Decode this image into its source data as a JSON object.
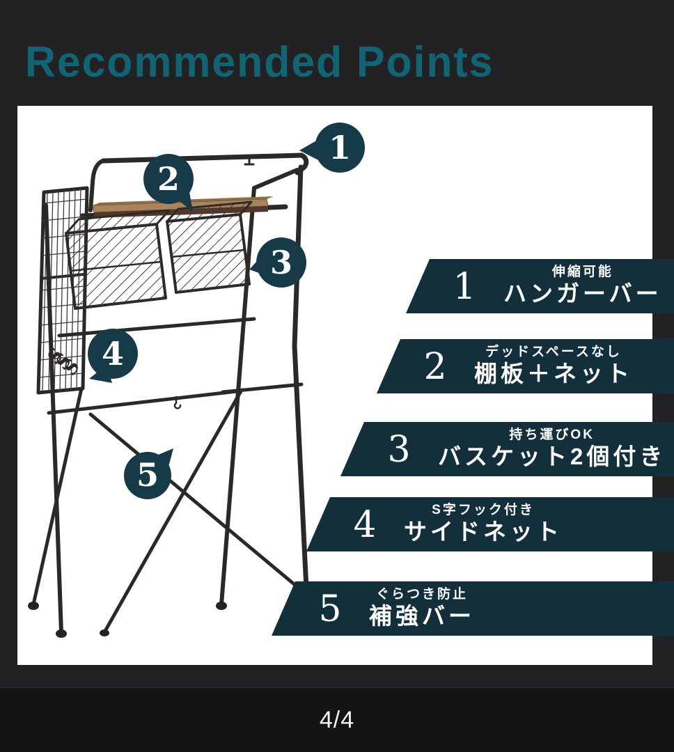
{
  "page": {
    "title": "Recommended Points",
    "pagination": "4/4"
  },
  "colors": {
    "background": "#222225",
    "panel": "#ffffff",
    "title_teal": "#126374",
    "banner_teal": "#132f3b",
    "bubble_teal": "#163a48",
    "wood_top": "#a9845c",
    "wood_edge": "#52382a",
    "frame_line": "#2b2826",
    "bottom_bar": "#141417"
  },
  "diagram": {
    "description": "Line drawing of a laundry-rack with hanger bar, shelf with net, two wire baskets, side net with S-hooks and reinforcement bars",
    "callouts": [
      {
        "number": "1",
        "points_to": "hanger bar"
      },
      {
        "number": "2",
        "points_to": "shelf board + net"
      },
      {
        "number": "3",
        "points_to": "wire baskets"
      },
      {
        "number": "4",
        "points_to": "side net with S-hooks"
      },
      {
        "number": "5",
        "points_to": "reinforcement bar"
      }
    ]
  },
  "features": [
    {
      "number": "1",
      "tagline": "伸縮可能",
      "label": "ハンガーバー"
    },
    {
      "number": "2",
      "tagline": "デッドスペースなし",
      "label": "棚板＋ネット"
    },
    {
      "number": "3",
      "tagline": "持ち運びOK",
      "label": "バスケット2個付き"
    },
    {
      "number": "4",
      "tagline": "S字フック付き",
      "label": "サイドネット"
    },
    {
      "number": "5",
      "tagline": "ぐらつき防止",
      "label": "補強バー"
    }
  ]
}
